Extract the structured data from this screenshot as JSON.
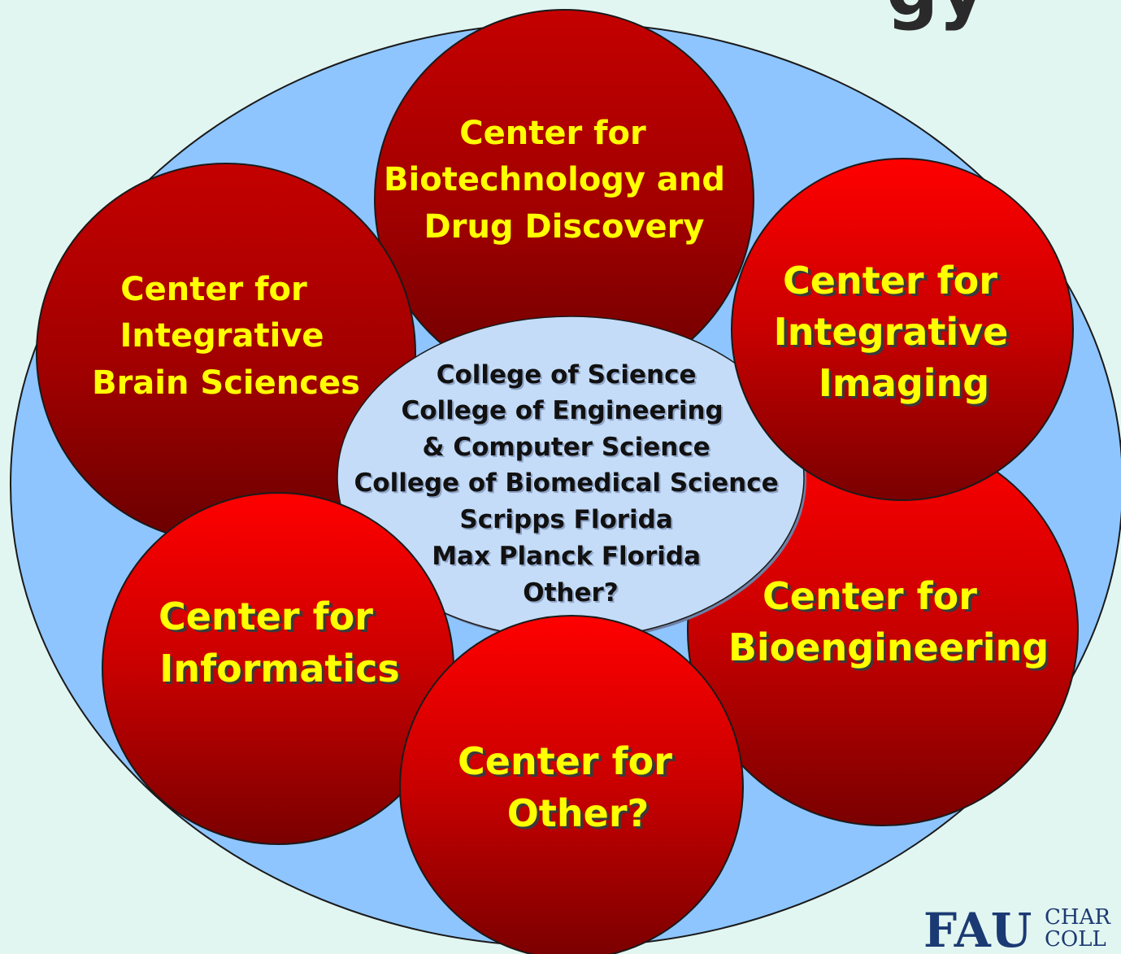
{
  "title_fragment": "gy",
  "colors": {
    "background": "#e2f6f1",
    "outer_ellipse": "#8ec5ff",
    "hub_ellipse": "#c4dcf7",
    "circle_dark": "#c40000",
    "circle_bright": "#ff0000",
    "circle_bottom": "#6a0000",
    "label_text": "#ffff00",
    "hub_text": "#111111"
  },
  "centers": {
    "biotechnology": [
      "Center for",
      "Biotechnology and",
      "Drug Discovery"
    ],
    "brain_sciences": [
      "Center for",
      "Integrative",
      "Brain Sciences"
    ],
    "imaging": [
      "Center for",
      "Integrative",
      "Imaging"
    ],
    "bioengineering": [
      "Center for",
      "Bioengineering"
    ],
    "informatics": [
      "Center for",
      "Informatics"
    ],
    "other": [
      "Center for",
      "Other?"
    ]
  },
  "hub": {
    "lines": [
      "College of Science",
      "College of Engineering",
      "& Computer Science",
      "College of Biomedical Science",
      "Scripps  Florida",
      "Max Planck Florida",
      "Other?"
    ]
  },
  "logo": {
    "mark": "FAU",
    "line1": "CHAR",
    "line2": "COLL"
  }
}
